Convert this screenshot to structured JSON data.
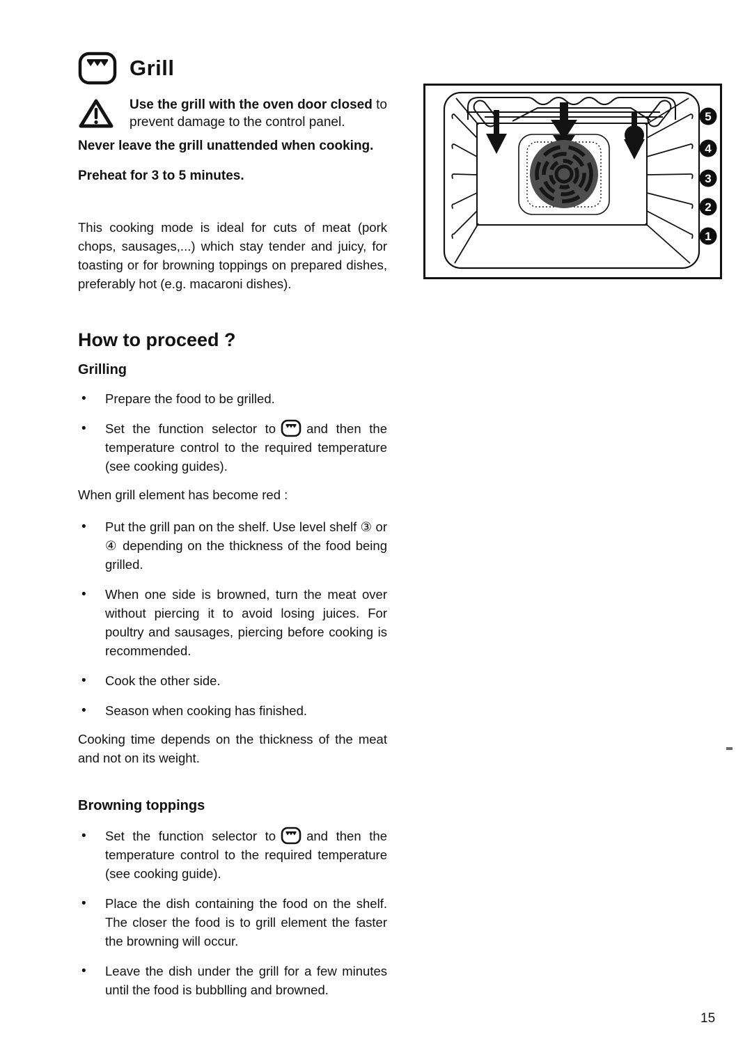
{
  "chars": {
    "bullet": "•"
  },
  "header": {
    "title": "Grill",
    "icon": "grill-function-icon"
  },
  "warning": {
    "bold": "Use the grill with the oven door closed",
    "normal": " to prevent damage to the control panel."
  },
  "notices": {
    "never_leave": "Never leave the grill unattended when cooking.",
    "preheat": "Preheat for 3 to 5 minutes."
  },
  "intro": "This cooking mode is ideal for cuts of meat (pork chops, sausages,...) which stay tender and juicy, for toasting or for browning toppings on prepared dishes, preferably hot (e.g. macaroni dishes).",
  "diagram": {
    "description": "oven-cavity-with-grill-element-fan-and-shelf-levels",
    "shelf_labels": [
      "5",
      "4",
      "3",
      "2",
      "1"
    ]
  },
  "how_to_proceed": {
    "title": "How to proceed ?",
    "grilling": {
      "title": "Grilling",
      "bullet_prepare": "Prepare the food to be grilled.",
      "selector_bullet": {
        "pre": "Set the function selector to",
        "post": "and then the temperature control to the required temperature (see  cooking guides)."
      },
      "when_red": "When grill element has become red  :",
      "bullets": [
        "Put the grill pan on the shelf. Use level shelf  ③ or ④ depending on the thickness of the food being grilled.",
        "When one side is browned, turn the meat over without piercing it to avoid losing juices. For poultry and sausages, piercing before cooking is recommended.",
        "Cook the other side.",
        "Season when cooking has finished."
      ],
      "note": "Cooking time depends on the thickness of the meat and not on its weight."
    },
    "browning": {
      "title": "Browning toppings",
      "selector_bullet": {
        "pre": "Set the function selector to",
        "post": "and then the temperature control to the required temperature (see cooking guide)."
      },
      "bullets": [
        "Place the dish containing the food on the shelf. The closer the food is to grill element the faster the browning will occur.",
        "Leave the dish under the grill for a few minutes until the food is bubblling and browned."
      ]
    }
  },
  "footer": {
    "page_number": "15"
  }
}
